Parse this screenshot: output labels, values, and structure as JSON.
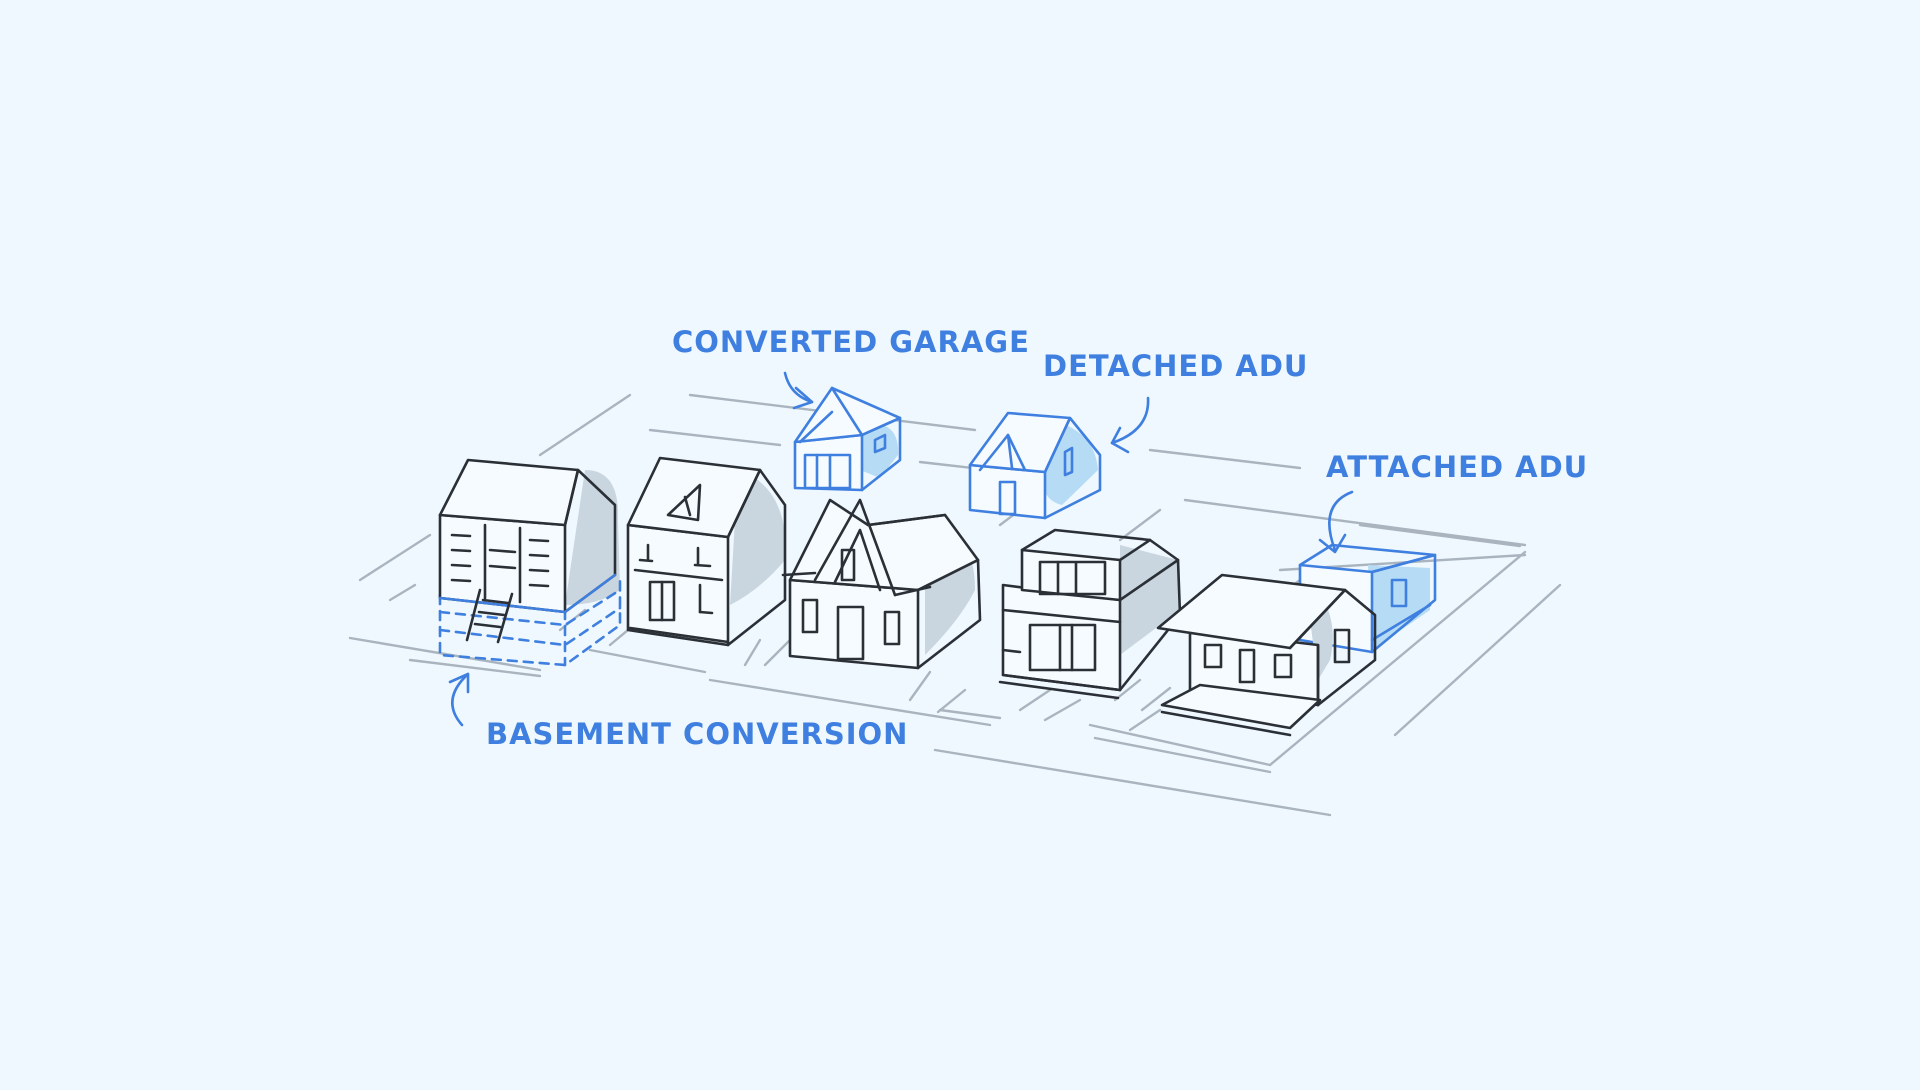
{
  "colors": {
    "background": "#eef8fe",
    "highlight_blue": "#3f7fe0",
    "outline": "#2b2f36",
    "street_lines": "#a9b4bf",
    "shadow": "#c9d6df"
  },
  "labels": {
    "converted_garage": "CONVERTED GARAGE",
    "detached_adu": "DETACHED ADU",
    "attached_adu": "ATTACHED ADU",
    "basement_conversion": "BASEMENT CONVERSION"
  }
}
